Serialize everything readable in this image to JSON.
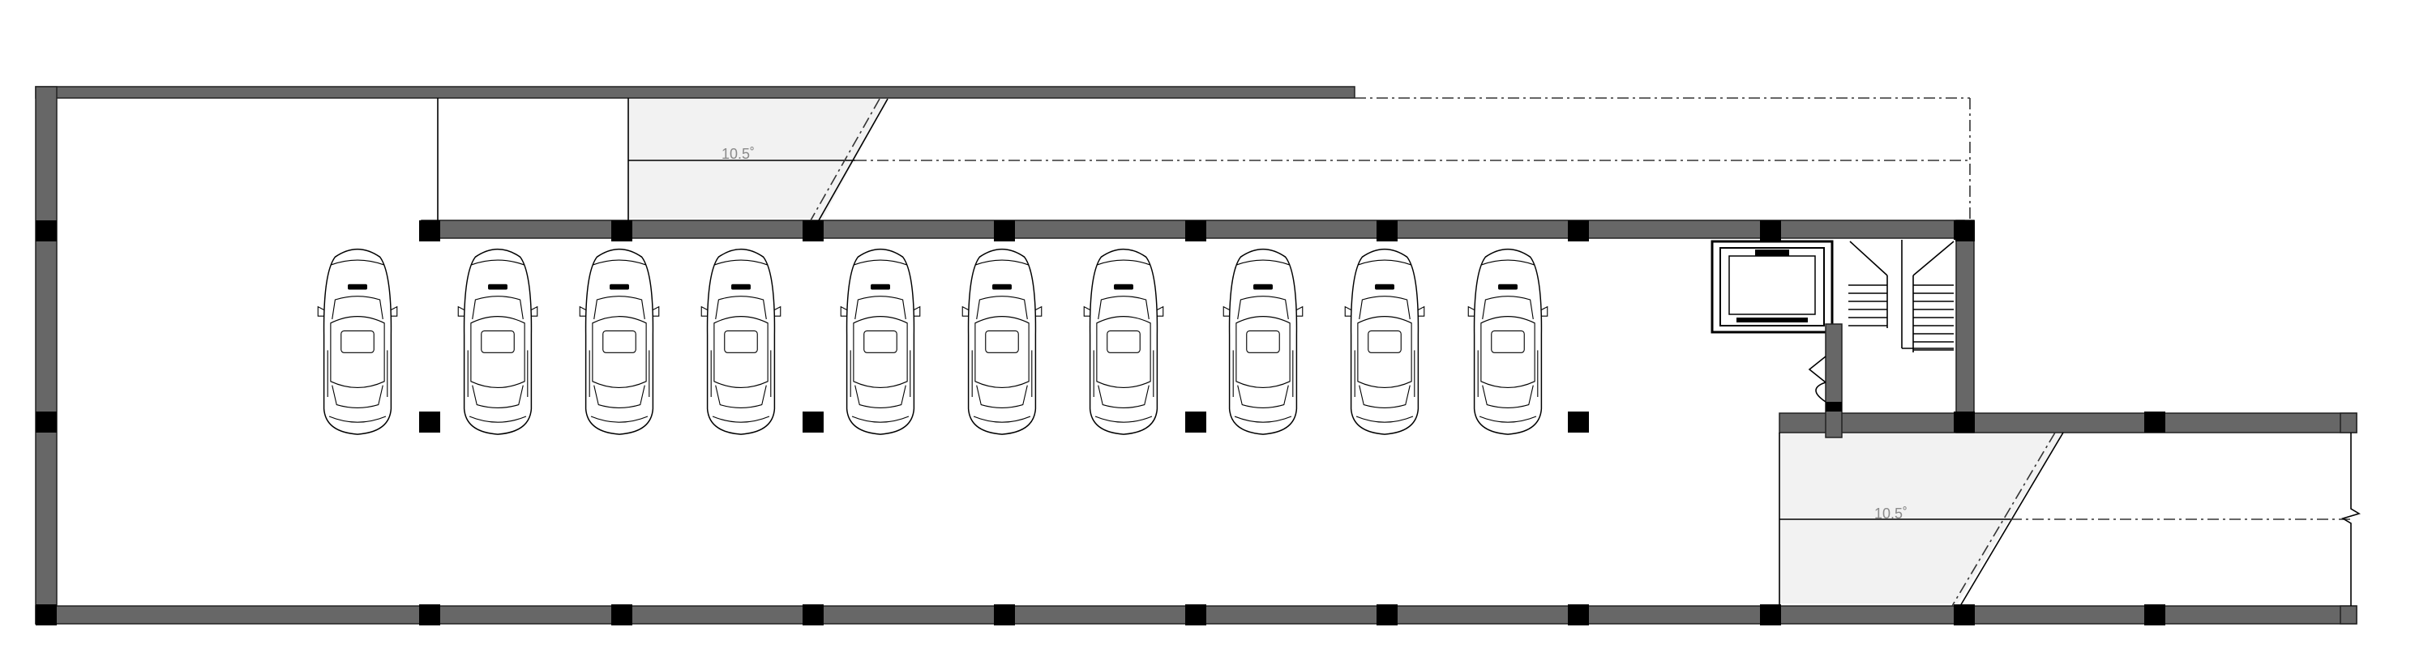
{
  "drawing": {
    "type": "parking-floor-plan",
    "parking_spaces": 10,
    "ramps": [
      {
        "label": "10.5˚"
      },
      {
        "label": "10.5˚"
      }
    ],
    "colors": {
      "wall": "#676767",
      "column": "#000000",
      "ramp_fill": "#f2f2f2",
      "line": "#000000"
    }
  }
}
